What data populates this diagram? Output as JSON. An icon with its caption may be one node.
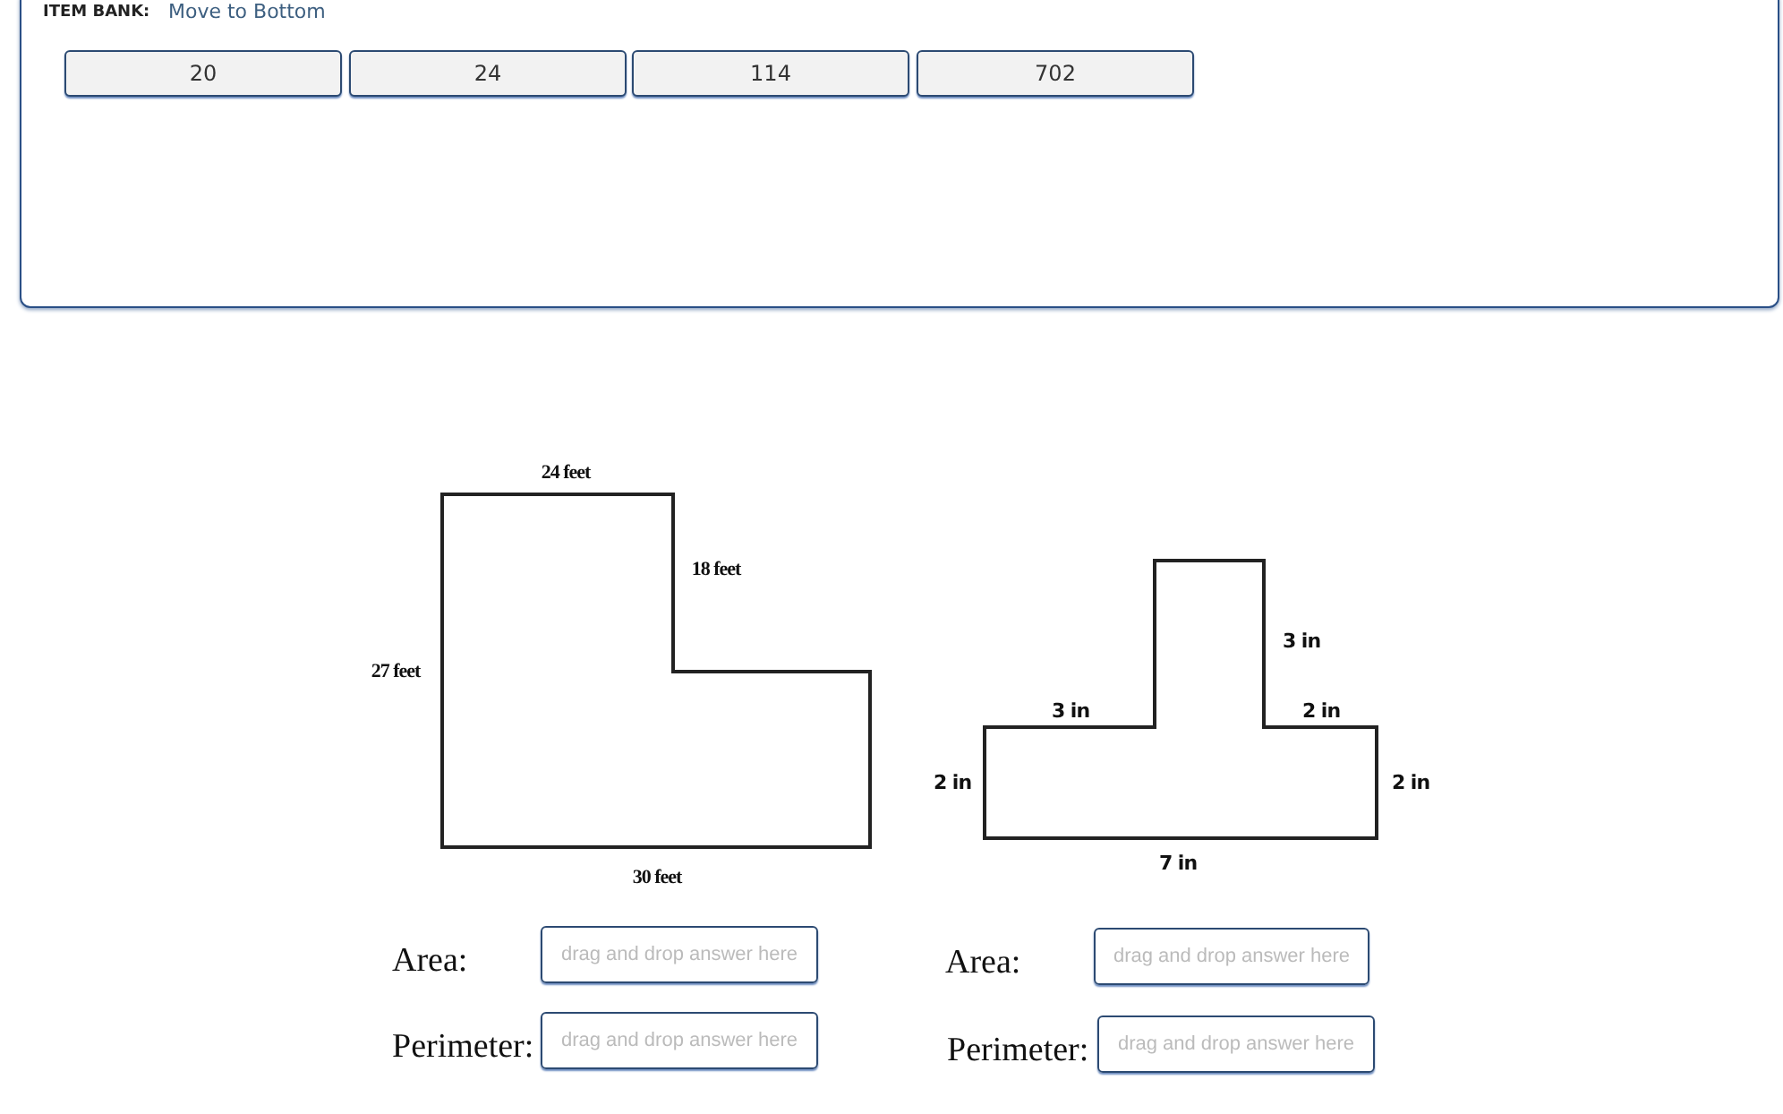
{
  "diagram": {
    "nodes": [
      {
        "text": [
          "ITEM BANK:",
          "Move to Bottom"
        ]
      },
      {
        "text": [
          "20"
        ],
        "in": 0
      },
      {
        "text": [
          "24"
        ],
        "in": 0
      },
      {
        "text": [
          "114"
        ],
        "in": 0
      },
      {
        "text": [
          "702"
        ],
        "in": 0
      },
      {
        "text": [
          "drag and drop answer here"
        ],
        "beside": [
          "Area:"
        ]
      },
      {
        "text": [
          "drag and drop answer here"
        ],
        "beside": [
          "Perimeter:"
        ]
      },
      {
        "text": [
          "drag and drop answer here"
        ],
        "beside": [
          "Area:"
        ]
      },
      {
        "text": [
          "drag and drop answer here"
        ],
        "beside": [
          "Perimeter:"
        ]
      }
    ],
    "labels": [
      "24 feet",
      "18 feet",
      "27 feet",
      "30 feet",
      "3 in",
      "3 in",
      "2 in",
      "2 in",
      "2 in",
      "7 in"
    ]
  }
}
